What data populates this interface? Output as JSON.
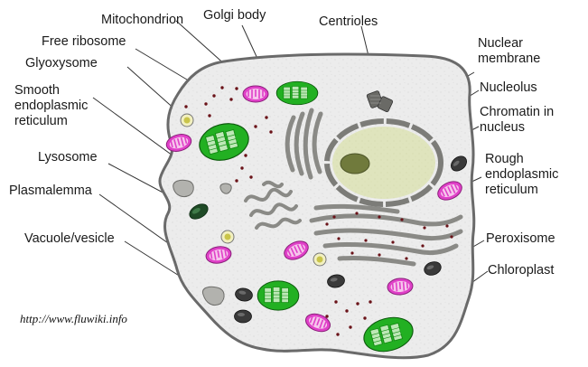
{
  "labels": {
    "mitochondrion": "Mitochondrion",
    "golgi_body": "Golgi body",
    "centrioles": "Centrioles",
    "free_ribosome": "Free ribosome",
    "glyoxysome": "Glyoxysome",
    "smooth_er": "Smooth\nendoplasmic\nreticulum",
    "lysosome": "Lysosome",
    "plasmalemma": "Plasmalemma",
    "vacuole_vesicle": "Vacuole/vesicle",
    "nuclear_membrane": "Nuclear\nmembrane",
    "nucleolus": "Nucleolus",
    "chromatin": "Chromatin in\nnucleus",
    "rough_er": "Rough\nendoplasmic\nreticulum",
    "peroxisome": "Peroxisome",
    "chloroplast": "Chloroplast"
  },
  "credit": "http://www.fluwiki.info",
  "colors": {
    "cytoplasm": "#ebebeb",
    "cell_outline": "#6a6a6a",
    "mitochondrion": "#e040c8",
    "chloroplast": "#22b022",
    "nucleus": "#d9dfb4",
    "nucleolus": "#707a3c",
    "organelle_gray": "#8a8a86",
    "ribosome": "#6a1218"
  },
  "icons": {
    "cell": "plant-cell-icon"
  }
}
